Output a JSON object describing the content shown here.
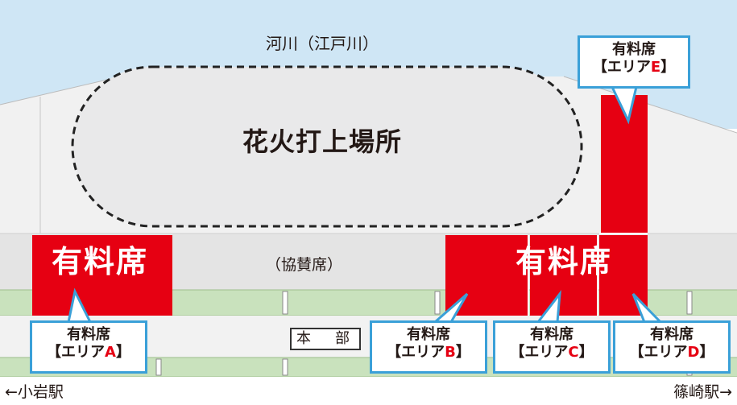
{
  "title": "",
  "river": "河川（江戸川）",
  "launch_site": "花火打上場所",
  "sponsor_seats": "（協賛席）",
  "headquarters": "本　部",
  "paid_label": "有料席",
  "callout_title": "有料席",
  "areas": [
    {
      "name": "エリア",
      "letter": "A"
    },
    {
      "name": "エリア",
      "letter": "B"
    },
    {
      "name": "エリア",
      "letter": "C"
    },
    {
      "name": "エリア",
      "letter": "D"
    },
    {
      "name": "エリア",
      "letter": "E"
    }
  ],
  "bracket_open": "【",
  "bracket_close": "】",
  "stations": {
    "left": "←小岩駅",
    "right": "篠崎駅→"
  },
  "colors": {
    "sky": "#cfe6f5",
    "bank": "#f0f0f0",
    "path": "#dfe7dc",
    "green": "#c9e2bd",
    "red": "#e60012",
    "callout_border": "#3aa0d8",
    "launch_fill": "#e9e9ea"
  }
}
